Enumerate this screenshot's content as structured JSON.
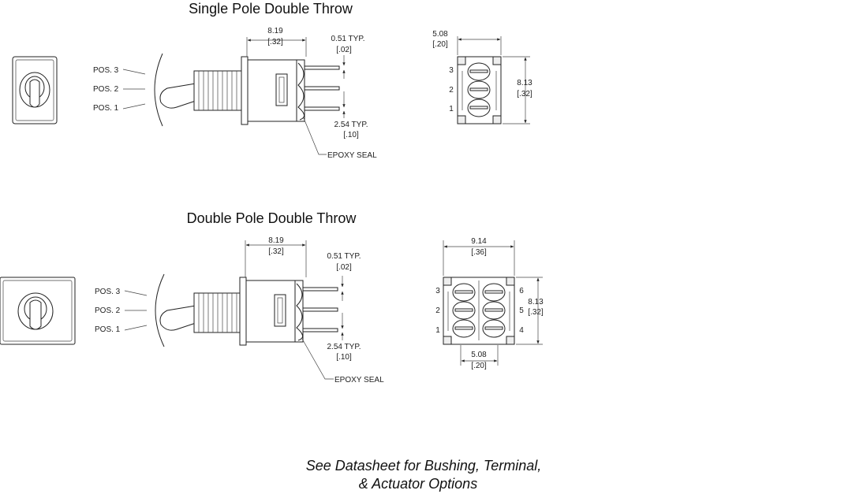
{
  "colors": {
    "line": "#222222",
    "text": "#111111",
    "background": "#ffffff"
  },
  "spdt": {
    "title": "Single Pole Double Throw",
    "positions": [
      "POS. 3",
      "POS. 2",
      "POS. 1"
    ],
    "dim_body_width": "8.19",
    "dim_body_width_in": "[.32]",
    "dim_pin_width": "0.51 TYP.",
    "dim_pin_width_in": "[.02]",
    "dim_pitch": "2.54 TYP.",
    "dim_pitch_in": "[.10]",
    "epoxy": "EPOXY SEAL",
    "bottom_width": "5.08",
    "bottom_width_in": "[.20]",
    "bottom_height": "8.13",
    "bottom_height_in": "[.32]",
    "pins": [
      "3",
      "2",
      "1"
    ]
  },
  "dpdt": {
    "title": "Double Pole Double Throw",
    "positions": [
      "POS. 3",
      "POS. 2",
      "POS. 1"
    ],
    "dim_body_width": "8.19",
    "dim_body_width_in": "[.32]",
    "dim_pin_width": "0.51 TYP.",
    "dim_pin_width_in": "[.02]",
    "dim_pitch": "2.54 TYP.",
    "dim_pitch_in": "[.10]",
    "epoxy": "EPOXY SEAL",
    "bottom_width": "9.14",
    "bottom_width_in": "[.36]",
    "bottom_height": "8.13",
    "bottom_height_in": "[.32]",
    "bottom_spacing": "5.08",
    "bottom_spacing_in": "[.20]",
    "pins_left": [
      "3",
      "2",
      "1"
    ],
    "pins_right": [
      "6",
      "5",
      "4"
    ]
  },
  "footer": {
    "line1": "See Datasheet for Bushing, Terminal,",
    "line2": "& Actuator Options"
  }
}
